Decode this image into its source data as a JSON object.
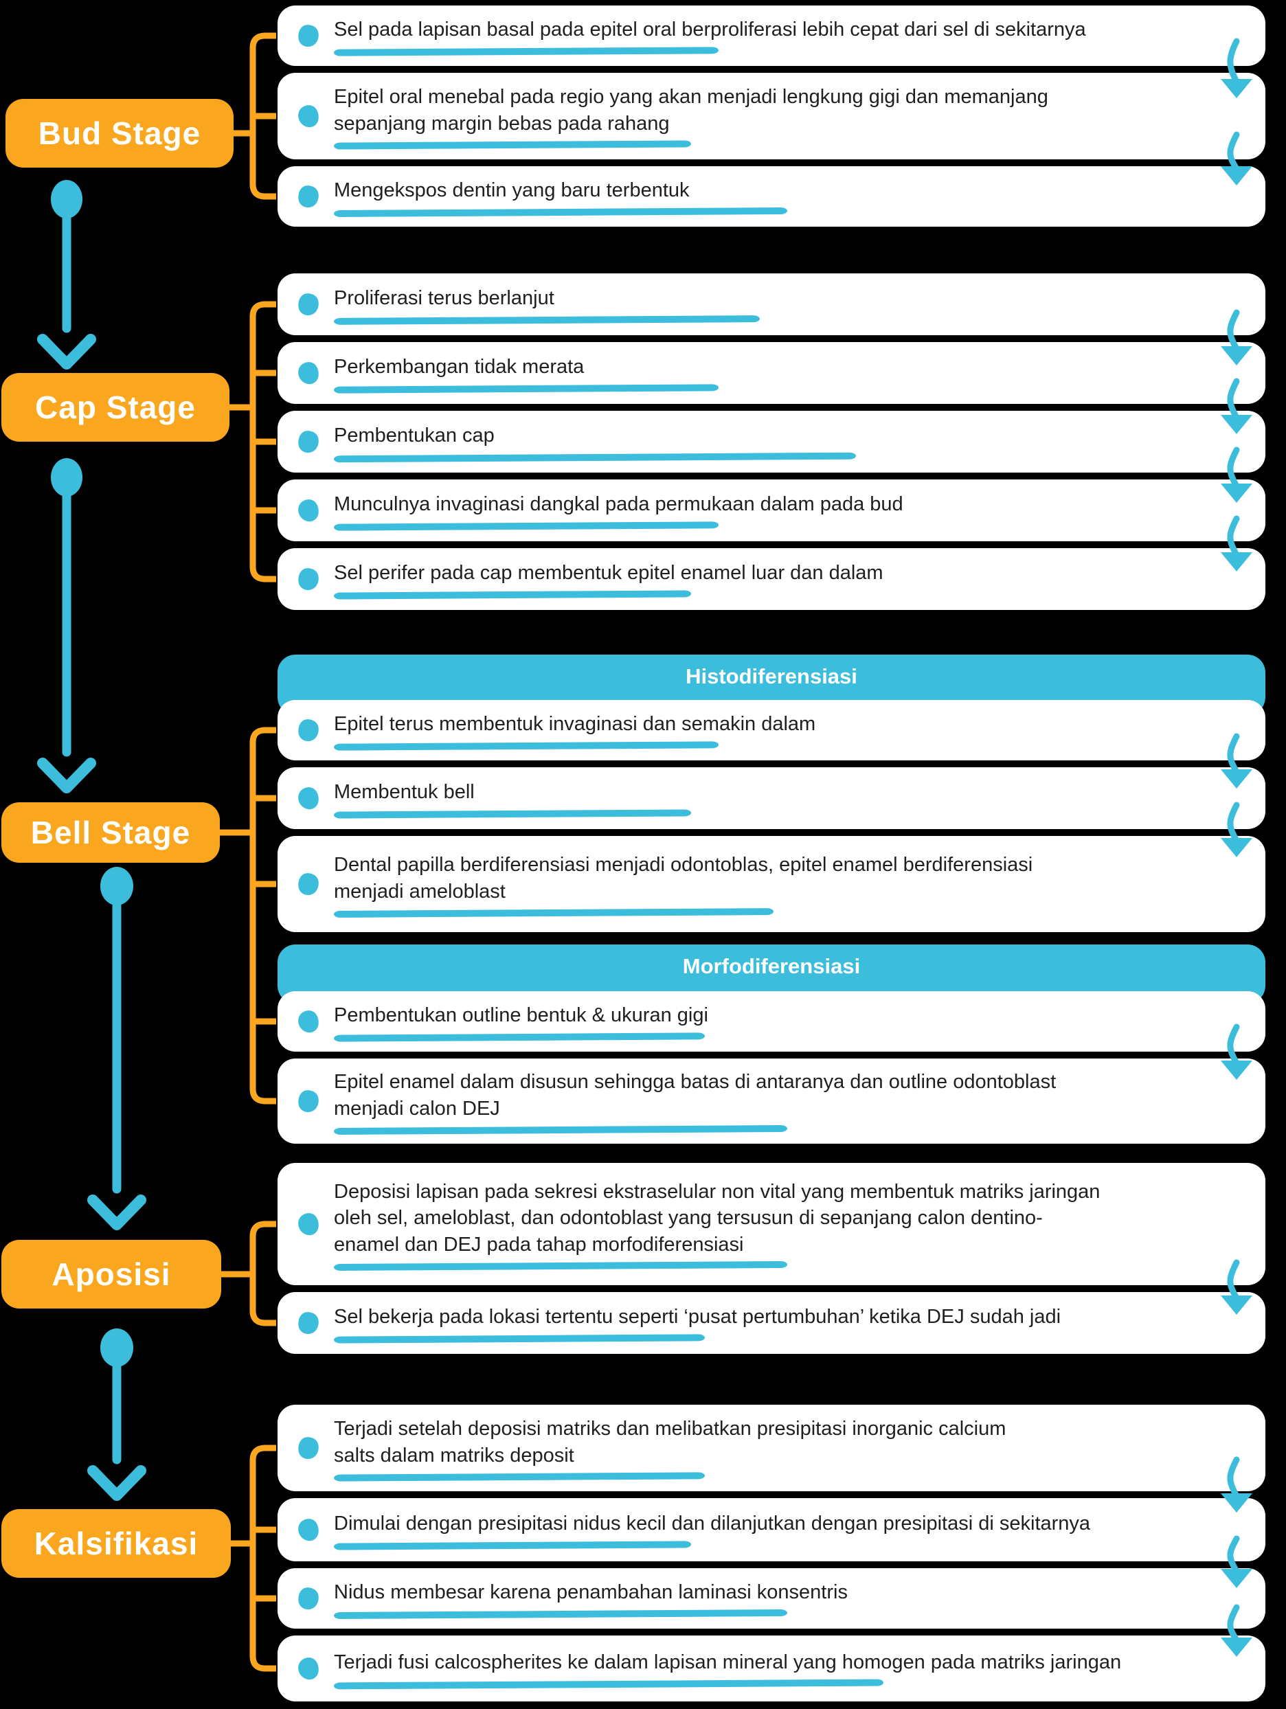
{
  "palette": {
    "background": "#000000",
    "stage_orange": "#FAA61E",
    "accent_cyan": "#3CBDDC",
    "row_white": "#FFFFFF",
    "text_dark": "#1F1F1F"
  },
  "flowchart": {
    "stages": [
      {
        "label": "Bud Stage",
        "groups": [
          {
            "header": null,
            "items": [
              "Sel pada lapisan basal pada epitel oral berproliferasi lebih cepat dari sel di sekitarnya",
              "Epitel oral menebal pada regio yang akan menjadi lengkung gigi dan memanjang\nsepanjang margin bebas pada rahang",
              "Mengekspos dentin yang baru terbentuk"
            ]
          }
        ]
      },
      {
        "label": "Cap Stage",
        "groups": [
          {
            "header": null,
            "items": [
              "Proliferasi terus berlanjut",
              "Perkembangan tidak merata",
              "Pembentukan cap",
              "Munculnya invaginasi dangkal pada permukaan dalam pada bud",
              "Sel perifer pada cap membentuk epitel enamel luar dan dalam"
            ]
          }
        ]
      },
      {
        "label": "Bell Stage",
        "groups": [
          {
            "header": "Histodiferensiasi",
            "items": [
              "Epitel terus membentuk invaginasi dan semakin dalam",
              "Membentuk bell",
              "Dental papilla berdiferensiasi menjadi odontoblas, epitel enamel berdiferensiasi\nmenjadi ameloblast"
            ]
          },
          {
            "header": "Morfodiferensiasi",
            "items": [
              "Pembentukan outline bentuk & ukuran gigi",
              "Epitel enamel dalam disusun sehingga batas di antaranya dan outline odontoblast\nmenjadi calon DEJ"
            ]
          }
        ]
      },
      {
        "label": "Aposisi",
        "groups": [
          {
            "header": null,
            "items": [
              "Deposisi lapisan pada sekresi ekstraselular non vital yang membentuk matriks jaringan\noleh sel, ameloblast, dan odontoblast yang tersusun di sepanjang calon dentino-\nenamel dan DEJ pada tahap morfodiferensiasi",
              "Sel bekerja pada lokasi tertentu seperti ‘pusat pertumbuhan’ ketika DEJ sudah jadi"
            ]
          }
        ]
      },
      {
        "label": "Kalsifikasi",
        "groups": [
          {
            "header": null,
            "items": [
              "Terjadi setelah deposisi matriks dan melibatkan presipitasi inorganic calcium\nsalts dalam matriks deposit",
              "Dimulai dengan presipitasi nidus kecil dan dilanjutkan dengan presipitasi di sekitarnya",
              "Nidus membesar karena penambahan laminasi konsentris",
              "Terjadi fusi calcospherites ke dalam lapisan mineral yang homogen pada matriks jaringan"
            ]
          }
        ]
      }
    ]
  }
}
